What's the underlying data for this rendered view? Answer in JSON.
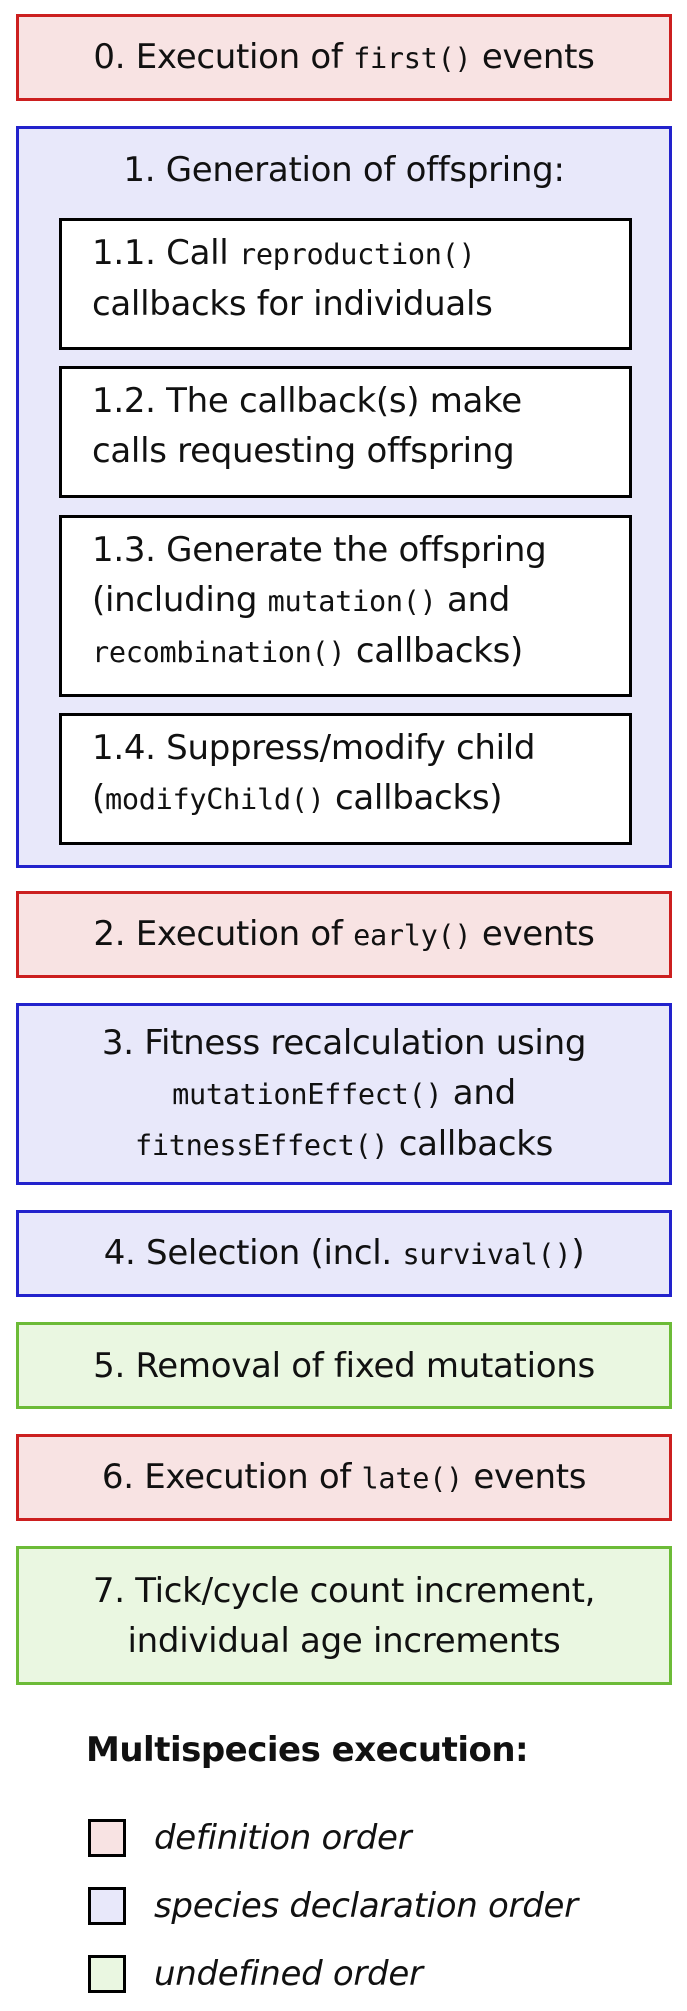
{
  "steps": {
    "s0": {
      "a": "0. Execution of ",
      "code": "first()",
      "b": " events"
    },
    "s1": {
      "title": "1. Generation of offspring:",
      "sub1": {
        "l1a": "1.1. Call ",
        "l1code": "reproduction()",
        "l2": "callbacks for individuals"
      },
      "sub2": {
        "l1": "1.2. The callback(s) make",
        "l2": "calls requesting offspring"
      },
      "sub3": {
        "l1": "1.3. Generate the offspring",
        "l2a": "(including ",
        "l2code": "mutation()",
        "l2b": " and",
        "l3code": "recombination()",
        "l3b": " callbacks)"
      },
      "sub4": {
        "l1": "1.4. Suppress/modify child",
        "l2a": "(",
        "l2code": "modifyChild()",
        "l2b": " callbacks)"
      }
    },
    "s2": {
      "a": "2. Execution of ",
      "code": "early()",
      "b": " events"
    },
    "s3": {
      "l1": "3. Fitness recalculation using",
      "l2code": "mutationEffect()",
      "l2b": " and",
      "l3code": "fitnessEffect()",
      "l3b": " callbacks"
    },
    "s4": {
      "a": "4. Selection (incl. ",
      "code": "survival()",
      "b": ")"
    },
    "s5": {
      "text": "5. Removal of fixed mutations"
    },
    "s6": {
      "a": "6. Execution of ",
      "code": "late()",
      "b": " events"
    },
    "s7": {
      "l1": "7. Tick/cycle count increment,",
      "l2": "individual age increments"
    }
  },
  "legend": {
    "title": "Multispecies execution:",
    "items": [
      {
        "label": "definition order",
        "color": "red"
      },
      {
        "label": "species declaration order",
        "color": "blue"
      },
      {
        "label": "undefined order",
        "color": "green"
      }
    ]
  },
  "colors": {
    "red_border": "#cc1f1f",
    "red_fill": "#f8e3e3",
    "blue_border": "#2222cc",
    "blue_fill": "#e8e8fa",
    "green_border": "#6cbb37",
    "green_fill": "#eaf7e1"
  }
}
